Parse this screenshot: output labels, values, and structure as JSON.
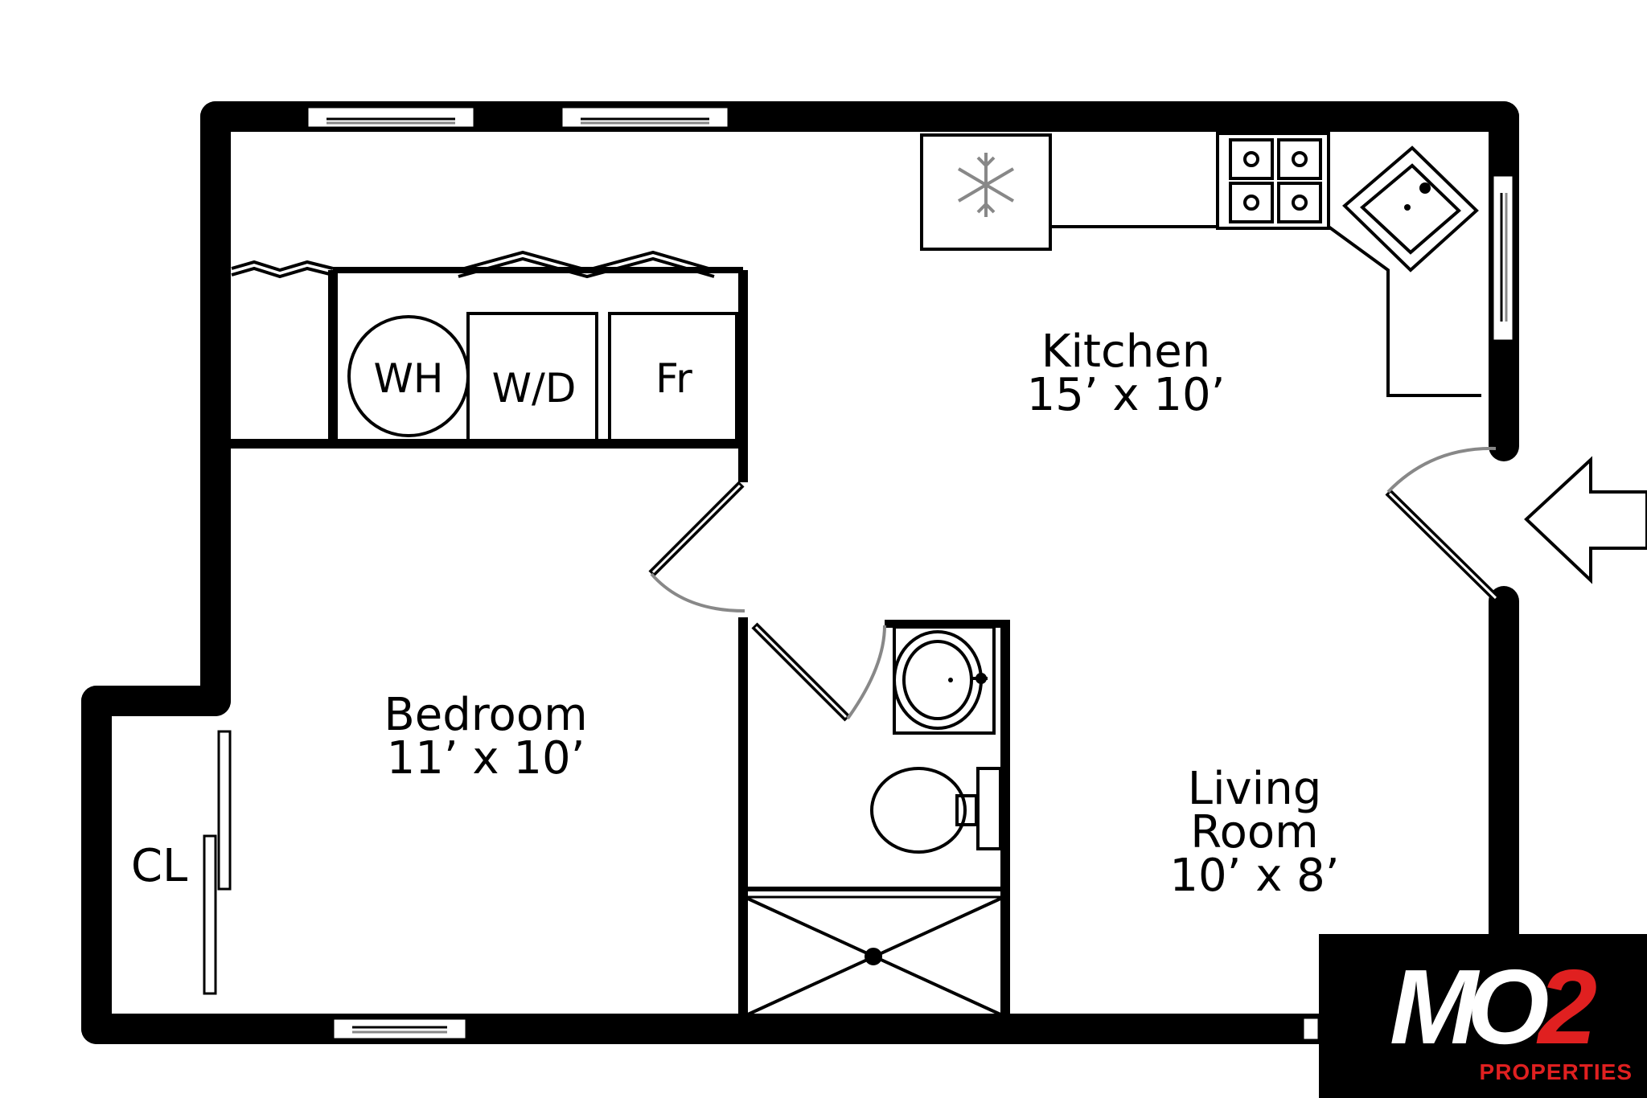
{
  "rooms": {
    "kitchen": {
      "name": "Kitchen",
      "size": "15’ x 10’"
    },
    "bedroom": {
      "name": "Bedroom",
      "size": "11’ x 10’"
    },
    "living": {
      "name_line1": "Living",
      "name_line2": "Room",
      "size": "10’ x 8’"
    },
    "closet": {
      "name": "CL"
    }
  },
  "appliances": {
    "water_heater": "WH",
    "washer_dryer": "W/D",
    "fridge": "Fr"
  },
  "logo": {
    "mark_main": "MO",
    "mark_accent": "2",
    "tagline": "PROPERTIES",
    "accent_color": "#e02020"
  },
  "icons": [
    "freezer-snowflake-icon",
    "stove-icon",
    "sink-icon",
    "toilet-icon",
    "entry-arrow-icon"
  ]
}
